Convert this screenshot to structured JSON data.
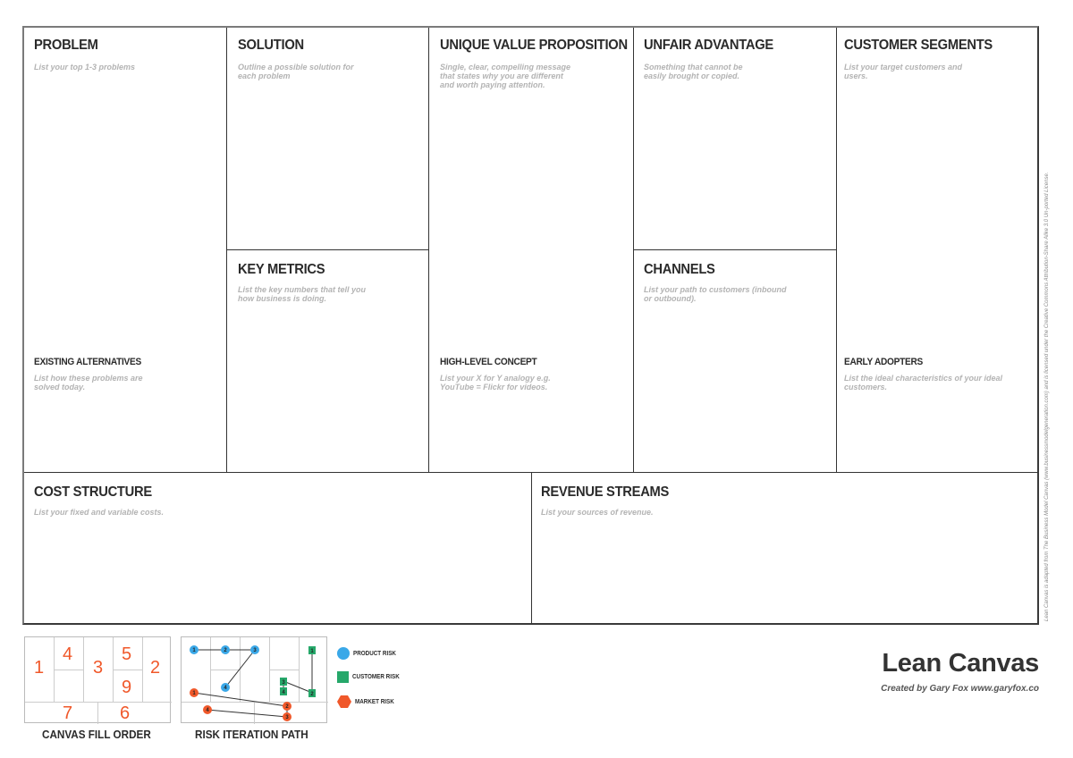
{
  "canvas": {
    "problem": {
      "title": "PROBLEM",
      "hint": "List your top 1-3 problems"
    },
    "existing_alternatives": {
      "title": "EXISTING ALTERNATIVES",
      "hint": "List how these problems are solved today."
    },
    "solution": {
      "title": "SOLUTION",
      "hint": "Outline a possible solution for each problem"
    },
    "key_metrics": {
      "title": "KEY METRICS",
      "hint": "List the key numbers that tell you how business is doing."
    },
    "uvp": {
      "title": "UNIQUE VALUE PROPOSITION",
      "hint": "Single, clear, compelling message that states why you are different and worth paying attention."
    },
    "high_level_concept": {
      "title": "HIGH-LEVEL CONCEPT",
      "hint": "List your X for Y analogy e.g. YouTube = Flickr for videos."
    },
    "unfair_advantage": {
      "title": "UNFAIR ADVANTAGE",
      "hint": "Something that cannot be easily brought or copied."
    },
    "channels": {
      "title": "CHANNELS",
      "hint": "List your path to customers (inbound or outbound)."
    },
    "customer_segments": {
      "title": "CUSTOMER SEGMENTS",
      "hint": "List your target customers and users."
    },
    "early_adopters": {
      "title": "EARLY ADOPTERS",
      "hint": "List the ideal characteristics of your ideal customers."
    },
    "cost_structure": {
      "title": "COST STRUCTURE",
      "hint": "List your fixed and variable costs."
    },
    "revenue_streams": {
      "title": "REVENUE STREAMS",
      "hint": "List your sources of revenue."
    }
  },
  "license": "Lean Canvas is adapted from The Business Model Canvas (www.businessmodelgeneration.com) and is licensed under the Creative Commons Attribution-Share Alike 3.0 Un-ported License.",
  "fill_order": {
    "caption": "CANVAS FILL ORDER",
    "numbers": {
      "problem": "1",
      "solution": "4",
      "uvp": "3",
      "unfair_advantage": "5",
      "channels": "9",
      "customer_segments": "2",
      "cost_structure": "7",
      "revenue_streams": "6"
    }
  },
  "risk_path": {
    "caption": "RISK ITERATION PATH",
    "product_nodes": [
      "1",
      "2",
      "3",
      "4"
    ],
    "customer_nodes": [
      "1",
      "2",
      "3",
      "4"
    ],
    "market_nodes": [
      "1",
      "2",
      "3",
      "4"
    ]
  },
  "legend": {
    "product": {
      "label": "PRODUCT RISK",
      "color": "#3aa8e8"
    },
    "customer": {
      "label": "CUSTOMER RISK",
      "color": "#26a86a"
    },
    "market": {
      "label": "MARKET RISK",
      "color": "#f0582a"
    }
  },
  "brand": {
    "title": "Lean Canvas",
    "subtitle": "Created by Gary Fox www.garyfox.co"
  }
}
